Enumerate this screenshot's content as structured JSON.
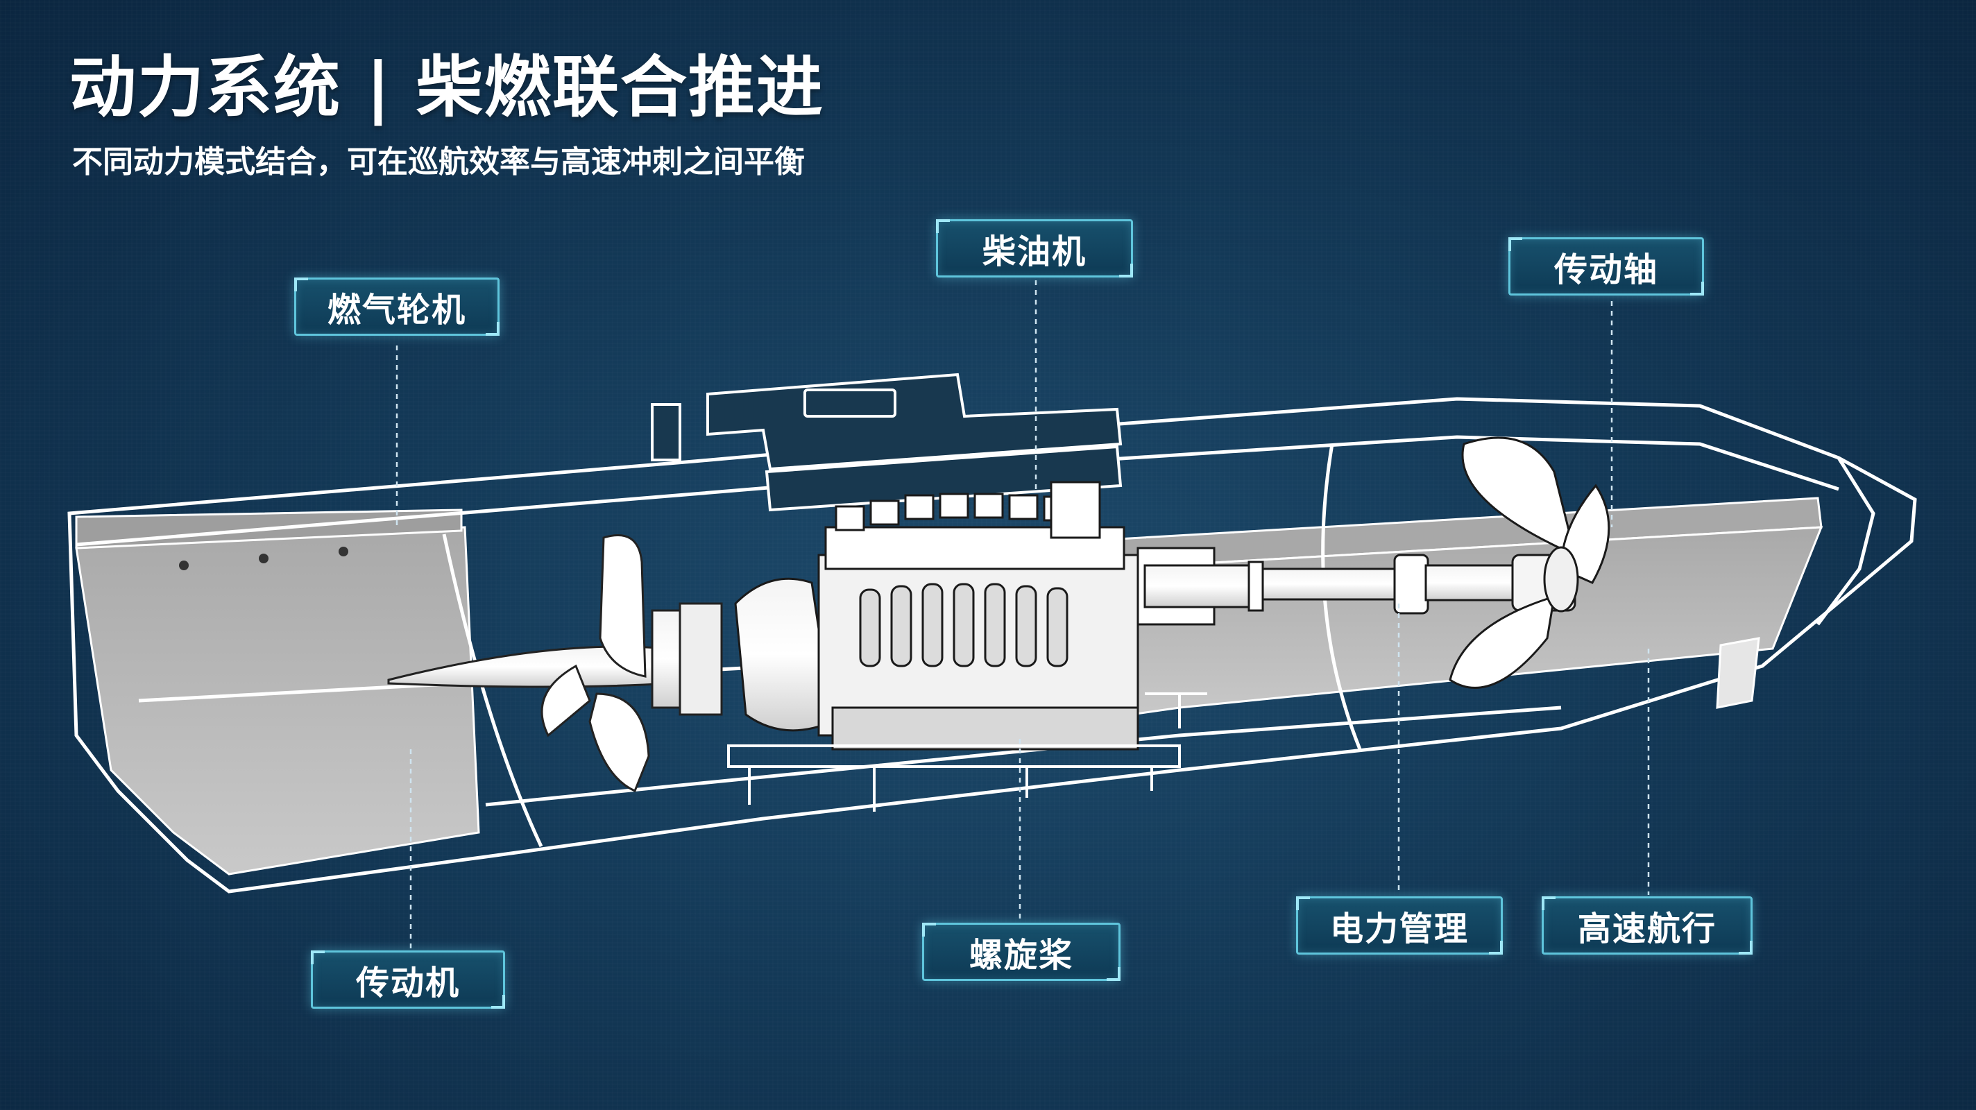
{
  "header": {
    "title": "动力系统 | 柴燃联合推进",
    "subtitle": "不同动力模式结合，可在巡航效率与高速冲刺之间平衡"
  },
  "labels": {
    "gas_turbine": "燃气轮机",
    "diesel_engine": "柴油机",
    "drive_shaft": "传动轴",
    "transmission": "传动机",
    "propeller": "螺旋桨",
    "power_management": "电力管理",
    "high_speed": "高速航行"
  },
  "colors": {
    "background": "#133957",
    "label_border": "#5fc5dc",
    "hull_fill": "#bdbdbd",
    "line_art": "#ffffff"
  }
}
